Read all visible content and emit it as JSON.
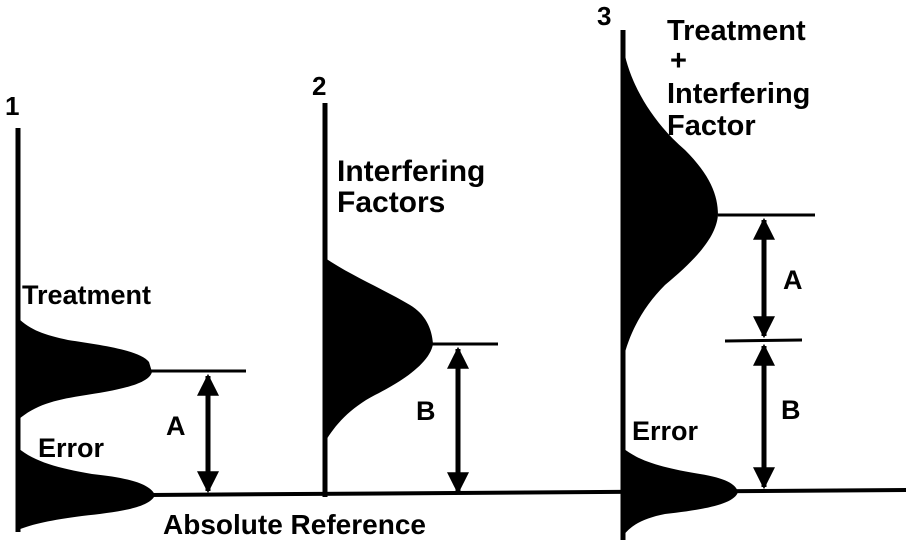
{
  "panels": [
    {
      "number": "1",
      "labels": {
        "top": "Treatment",
        "bottom": "Error"
      },
      "arrows": [
        "A"
      ]
    },
    {
      "number": "2",
      "labels": {
        "top_line1": "Interfering",
        "top_line2": "Factors"
      },
      "arrows": [
        "B"
      ]
    },
    {
      "number": "3",
      "labels": {
        "top_line1": "Treatment",
        "top_line2": "+",
        "top_line3": "Interfering",
        "top_line4": "Factor",
        "bottom": "Error"
      },
      "arrows": [
        "A",
        "B"
      ]
    }
  ],
  "baseline_label": "Absolute Reference",
  "colors": {
    "ink": "#000000",
    "background": "#ffffff"
  }
}
